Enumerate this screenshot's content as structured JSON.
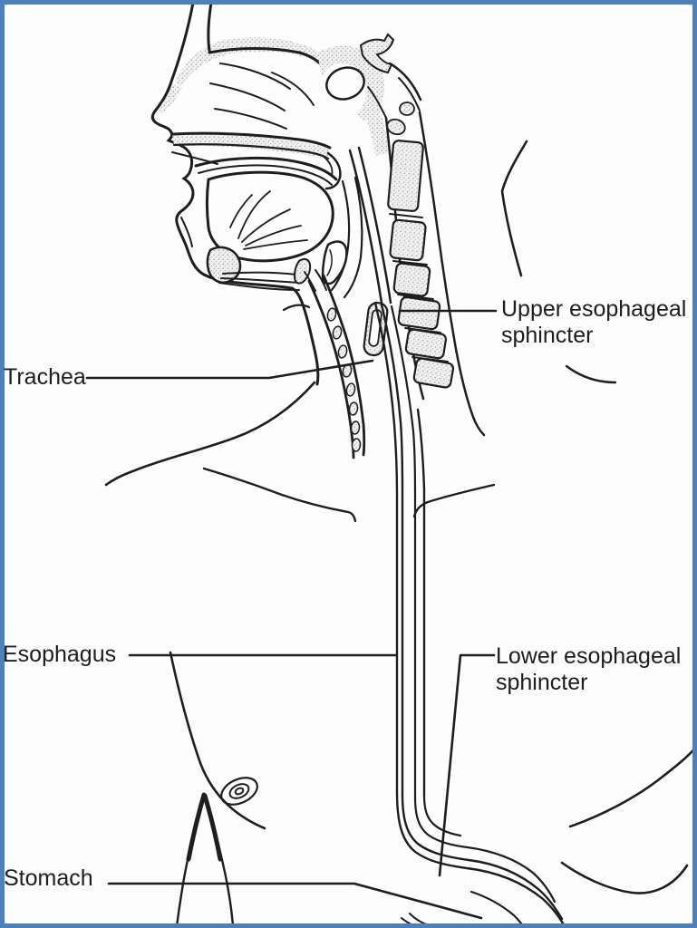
{
  "figure": {
    "description": "Sagittal anatomical line drawing of head, neck and torso showing swallowing anatomy",
    "colors": {
      "border": "#4e80bc",
      "ink": "#1e1e1e",
      "background": "#fdfdfe",
      "stipple": "#9a9a9a"
    }
  },
  "labels": {
    "trachea": {
      "text": "Trachea"
    },
    "upper_esophageal_sphincter": {
      "line1": "Upper esophageal",
      "line2": "sphincter"
    },
    "esophagus": {
      "text": "Esophagus"
    },
    "lower_esophageal_sphincter": {
      "line1": "Lower esophageal",
      "line2": "sphincter"
    },
    "stomach": {
      "text": "Stomach"
    }
  }
}
